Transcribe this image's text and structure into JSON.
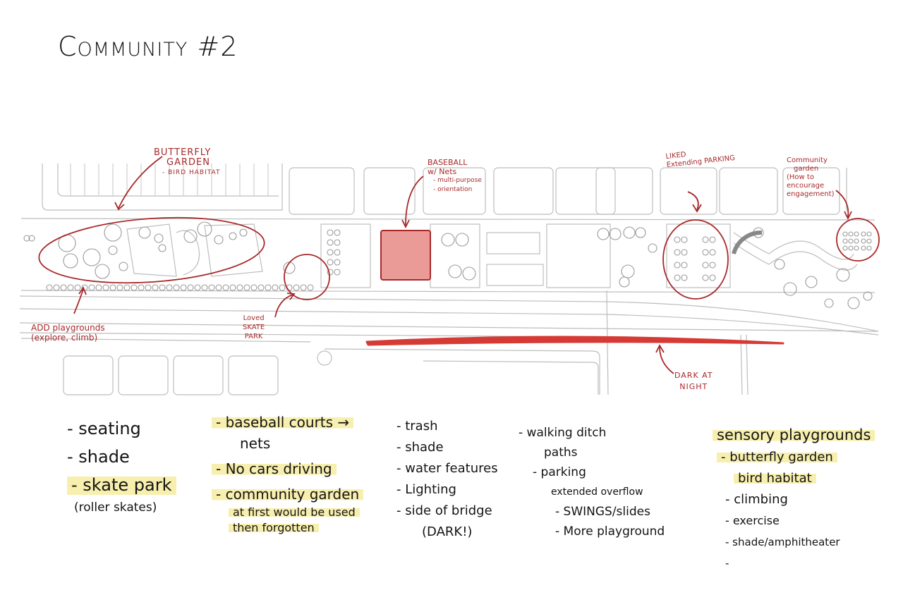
{
  "title": "Community #2",
  "colors": {
    "ink": "#141414",
    "annotation_red": "#a8292a",
    "marker_red": "#d63a35",
    "baseball_fill": "#e88a85",
    "highlight": "#f6eca0",
    "plan_line": "#b5b5b5"
  },
  "annotations": {
    "butterfly_garden": [
      "BUTTERFLY",
      "GARDEN",
      "- BIRD HABITAT"
    ],
    "add_playgrounds": [
      "ADD playgrounds",
      "(explore, climb)"
    ],
    "loved_skate_park": [
      "Loved",
      "SKATE",
      "PARK"
    ],
    "baseball": [
      "BASEBALL",
      "w/ Nets",
      "- multi-purpose",
      "- orientation"
    ],
    "liked_parking": [
      "LIKED",
      "Extending PARKING"
    ],
    "community_garden": [
      "Community",
      "garden",
      "(How to",
      "encourage",
      "engagement)"
    ],
    "dark_at_night": [
      "DARK AT",
      "NIGHT"
    ]
  },
  "notes": {
    "col1": [
      {
        "text": "- seating",
        "highlight": false
      },
      {
        "text": "- shade",
        "highlight": false
      },
      {
        "text": "- skate park",
        "highlight": true
      },
      {
        "text": "(roller skates)",
        "highlight": false
      }
    ],
    "col2": [
      {
        "text": "- baseball courts →",
        "highlight": true
      },
      {
        "text": "nets",
        "highlight": false
      },
      {
        "text": "- No cars driving",
        "highlight": true
      },
      {
        "text": "- community garden",
        "highlight": true
      },
      {
        "text": "at first would be used",
        "highlight": true
      },
      {
        "text": "then forgotten",
        "highlight": true
      }
    ],
    "col3": [
      {
        "text": "- trash",
        "highlight": false
      },
      {
        "text": "- shade",
        "highlight": false
      },
      {
        "text": "- water features",
        "highlight": false
      },
      {
        "text": "- Lighting",
        "highlight": false
      },
      {
        "text": "- side of bridge",
        "highlight": false
      },
      {
        "text": "(DARK!)",
        "highlight": false
      }
    ],
    "col4": [
      {
        "text": "- walking ditch",
        "highlight": false
      },
      {
        "text": "paths",
        "highlight": false
      },
      {
        "text": "- parking",
        "highlight": false
      },
      {
        "text": "extended overflow",
        "highlight": false
      },
      {
        "text": "- SWINGS/slides",
        "highlight": false
      },
      {
        "text": "- More playground",
        "highlight": false
      }
    ],
    "col5": [
      {
        "text": "sensory playgrounds",
        "highlight": true
      },
      {
        "text": "- butterfly garden",
        "highlight": true
      },
      {
        "text": "bird habitat",
        "highlight": true
      },
      {
        "text": "- climbing",
        "highlight": false
      },
      {
        "text": "- exercise",
        "highlight": false
      },
      {
        "text": "- shade/amphitheater",
        "highlight": false
      },
      {
        "text": "-",
        "highlight": false
      }
    ]
  }
}
